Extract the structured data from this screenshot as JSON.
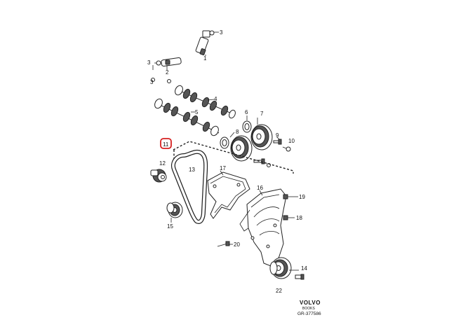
{
  "callouts": [
    "1",
    "3",
    "2",
    "3",
    "4",
    "5",
    "6",
    "7",
    "8",
    "9",
    "10",
    "11",
    "12",
    "13",
    "17",
    "16",
    "19",
    "15",
    "18",
    "20",
    "14",
    "22"
  ],
  "highlight": {
    "label": "11",
    "color": "#d62020"
  },
  "brand": {
    "name": "VOLVO",
    "subtitle": "BOOKS",
    "code": "GR-377586"
  }
}
